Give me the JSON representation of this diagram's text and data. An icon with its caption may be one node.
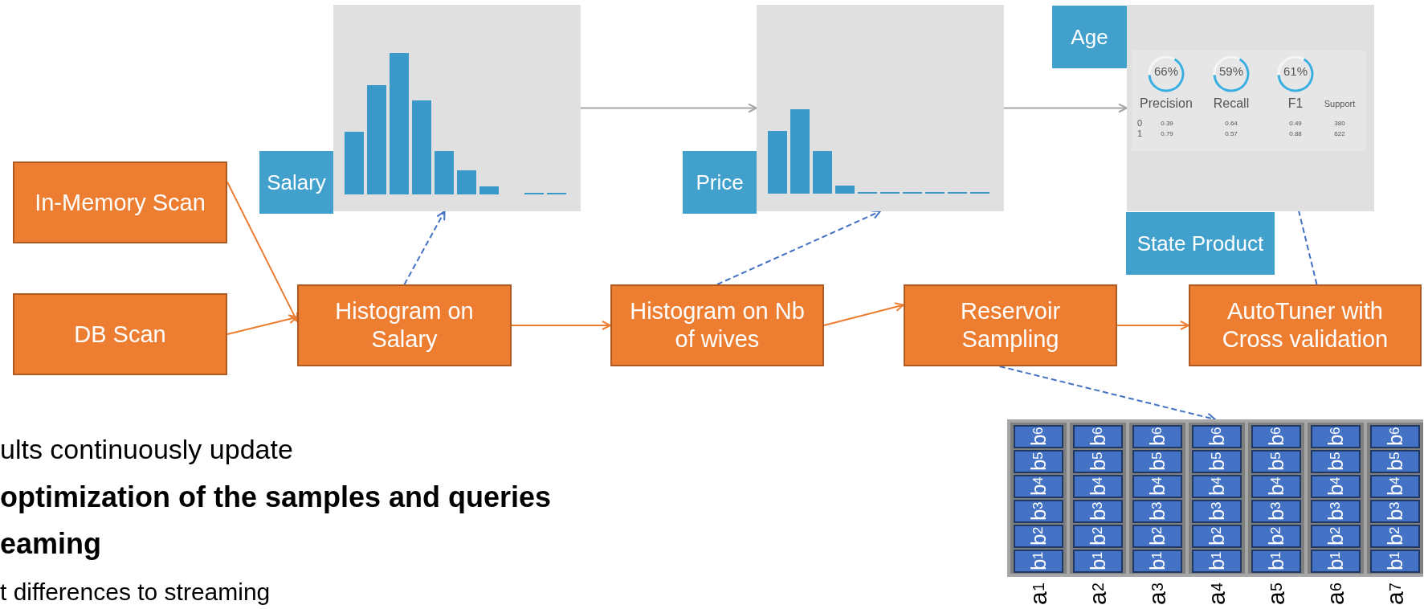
{
  "diagram": {
    "nodes": [
      {
        "text": [
          "In-Memory Scan"
        ]
      },
      {
        "text": [
          "DB Scan"
        ]
      },
      {
        "text": [
          "Histogram on Salary"
        ]
      },
      {
        "text": [
          "Histogram on Nb of wives"
        ]
      },
      {
        "text": [
          "Reservoir Sampling"
        ]
      },
      {
        "text": [
          "AutoTuner with Cross validation"
        ]
      },
      {
        "text": [
          "Salary"
        ]
      },
      {
        "text": [
          "Price"
        ]
      },
      {
        "text": [
          "Age",
          "State Product"
        ]
      },
      {
        "text": [
          "66%",
          "59%",
          "61%",
          "Precision",
          "Recall",
          "F1",
          "Support",
          "0",
          "0.39",
          "0.64",
          "0.49",
          "380",
          "1",
          "0.79",
          "0.57",
          "0.88",
          "622"
        ],
        "in": 8
      },
      {
        "text": [],
        "shape": "box",
        "beside": [
          "a$_{1}$",
          "a$_{2}$",
          "a$_{3}$",
          "a$_{4}$",
          "a$_{5}$",
          "a$_{6}$",
          "a$_{7}$"
        ]
      }
    ],
    "edges": [
      {
        "from": 0,
        "to": 2,
        "arrow": "to"
      },
      {
        "from": 1,
        "to": 2,
        "arrow": "to"
      },
      {
        "from": 2,
        "to": 3,
        "arrow": "to"
      },
      {
        "from": 3,
        "to": 4,
        "arrow": "to"
      },
      {
        "from": 4,
        "to": 5,
        "arrow": "to"
      },
      {
        "from": 2,
        "to": 6,
        "arrow": "to",
        "style": "dashed",
        "color": "#4472c4"
      },
      {
        "from": 3,
        "to": 7,
        "arrow": "to",
        "style": "dashed",
        "color": "#4472c4"
      },
      {
        "from": 5,
        "to": 9,
        "arrow": "to",
        "style": "dashed",
        "color": "#4472c4"
      },
      {
        "from": 4,
        "to": 10,
        "arrow": "to",
        "style": "dashed",
        "color": "#4472c4"
      },
      {
        "from": 6,
        "to": 7,
        "arrow": "to",
        "color": "#a6a6a6"
      },
      {
        "from": 7,
        "to": 8,
        "arrow": "to",
        "color": "#a6a6a6"
      }
    ],
    "labels": [
      "b$_{6}$",
      "b$_{6}$",
      "b$_{6}$",
      "b$_{6}$",
      "b$_{6}$",
      "b$_{6}$",
      "b$_{6}$",
      "b$_{5}$",
      "b$_{5}$",
      "b$_{5}$",
      "b$_{5}$",
      "b$_{5}$",
      "b$_{5}$",
      "b$_{5}$",
      "b$_{4}$",
      "b$_{4}$",
      "b$_{4}$",
      "b$_{4}$",
      "b$_{4}$",
      "b$_{4}$",
      "b$_{4}$",
      "b$_{3}$",
      "b$_{3}$",
      "b$_{3}$",
      "b$_{3}$",
      "b$_{3}$",
      "b$_{3}$",
      "b$_{3}$",
      "b$_{2}$",
      "b$_{2}$",
      "b$_{2}$",
      "b$_{2}$",
      "b$_{2}$",
      "b$_{2}$",
      "b$_{2}$",
      "b$_{1}$",
      "b$_{1}$",
      "b$_{1}$",
      "b$_{1}$",
      "b$_{1}$",
      "b$_{1}$",
      "b$_{1}$",
      "ults continuously update",
      "optimization of the samples and queries",
      "eaming",
      "t differences to streaming"
    ]
  }
}
